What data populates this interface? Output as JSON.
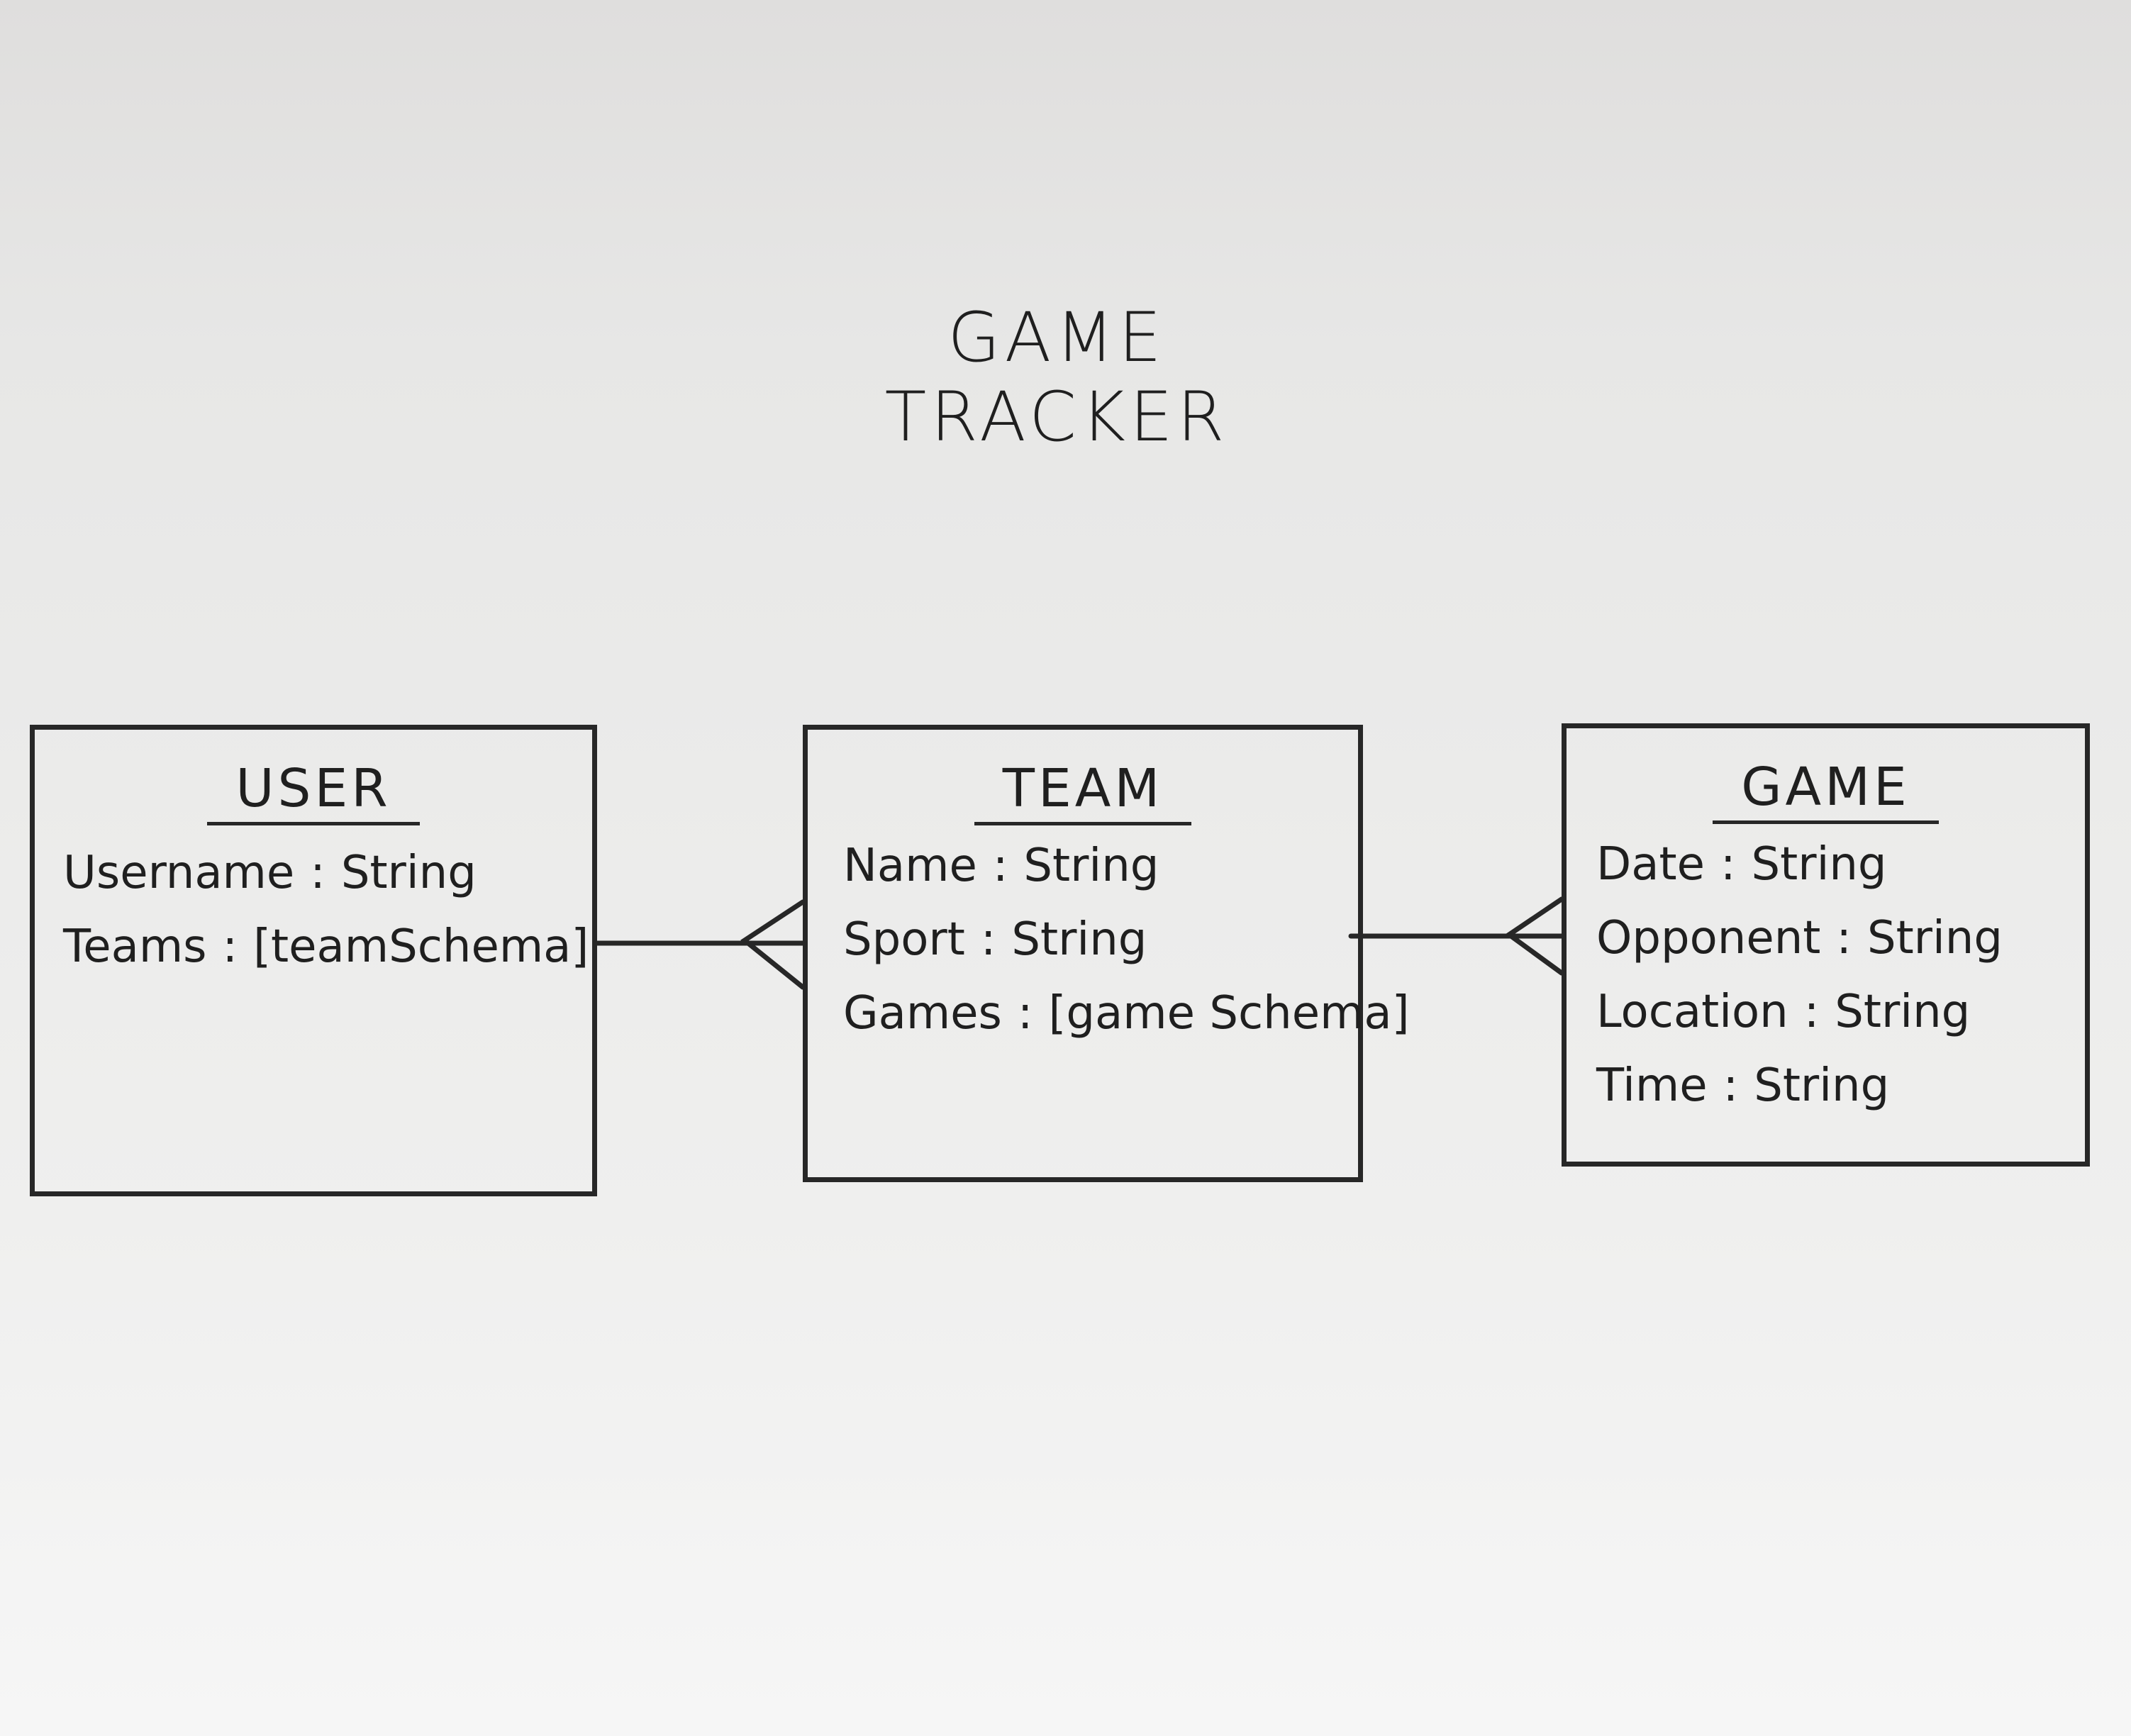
{
  "title": "GAME TRACKER",
  "entities": {
    "user": {
      "name": "USER",
      "fields": [
        {
          "name": "Username",
          "type": "String"
        },
        {
          "name": "Teams",
          "type": "[teamSchema]"
        }
      ]
    },
    "team": {
      "name": "TEAM",
      "fields": [
        {
          "name": "Name",
          "type": "String"
        },
        {
          "name": "Sport",
          "type": "String"
        },
        {
          "name": "Games",
          "type": "[game Schema]"
        }
      ]
    },
    "game": {
      "name": "GAME",
      "fields": [
        {
          "name": "Date",
          "type": "String"
        },
        {
          "name": "Opponent",
          "type": "String"
        },
        {
          "name": "Location",
          "type": "String"
        },
        {
          "name": "Time",
          "type": "String"
        }
      ]
    }
  },
  "relationships": [
    {
      "from": "USER",
      "to": "TEAM",
      "cardinality": "one-to-many"
    },
    {
      "from": "TEAM",
      "to": "GAME",
      "cardinality": "one-to-many"
    }
  ],
  "colors": {
    "ink": "#272727",
    "paper": "#ebebea"
  }
}
